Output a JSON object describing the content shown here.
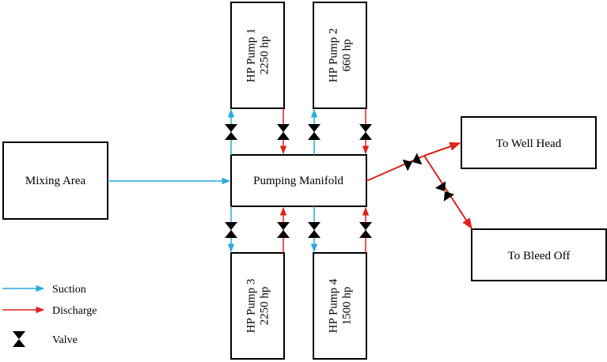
{
  "colors": {
    "suction": "#29a8df",
    "discharge": "#e0201b",
    "valve": "#000000",
    "box_stroke": "#000000"
  },
  "nodes": {
    "mixing_area": {
      "label": "Mixing Area"
    },
    "manifold": {
      "label": "Pumping Manifold"
    },
    "pump1": {
      "name": "HP Pump 1",
      "power": "2250 hp"
    },
    "pump2": {
      "name": "HP Pump 2",
      "power": "660 hp"
    },
    "pump3": {
      "name": "HP Pump 3",
      "power": "2250 hp"
    },
    "pump4": {
      "name": "HP Pump 4",
      "power": "1500 hp"
    },
    "well_head": {
      "label": "To Well Head"
    },
    "bleed_off": {
      "label": "To Bleed Off"
    }
  },
  "legend": {
    "suction": "Suction",
    "discharge": "Discharge",
    "valve": "Valve"
  },
  "icons": {
    "valve": "bowtie-valve-icon",
    "arrow": "arrowhead-icon"
  }
}
